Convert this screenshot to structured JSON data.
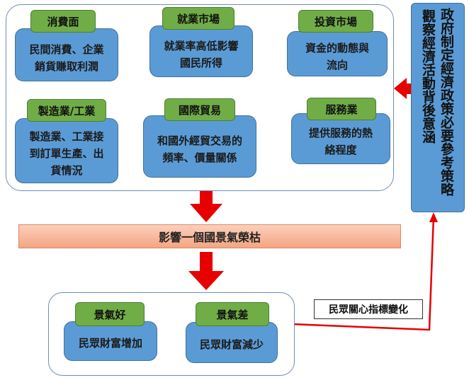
{
  "top_group": {
    "cards": [
      {
        "title": "消費面",
        "body": "民間消費、企業\n銷貨賺取利潤"
      },
      {
        "title": "就業市場",
        "body": "就業率高低影響\n國民所得"
      },
      {
        "title": "投資市場",
        "body": "資金的動態與\n流向"
      },
      {
        "title": "製造業/工業",
        "body": "製造業、工業接\n到訂單生產、出\n貨情況"
      },
      {
        "title": "國際貿易",
        "body": "和國外經貿交易的\n頻率、價量關係"
      },
      {
        "title": "服務業",
        "body": "提供服務的熱\n絡程度"
      }
    ]
  },
  "banner": {
    "text": "影響一個國景氣榮枯"
  },
  "bottom_group": {
    "cards": [
      {
        "title": "景氣好",
        "body": "民眾財富增加"
      },
      {
        "title": "景氣差",
        "body": "民眾財富減少"
      }
    ]
  },
  "side_box": {
    "col1": "政府制定經濟政策必要參考策略",
    "col2": "觀察經濟活動背後意涵"
  },
  "note": {
    "text": "民眾關心指標變化"
  },
  "colors": {
    "card": "#5b9bd5",
    "tag": "#70ad47",
    "arrow": "#e60000",
    "banner": "#f4a582"
  }
}
